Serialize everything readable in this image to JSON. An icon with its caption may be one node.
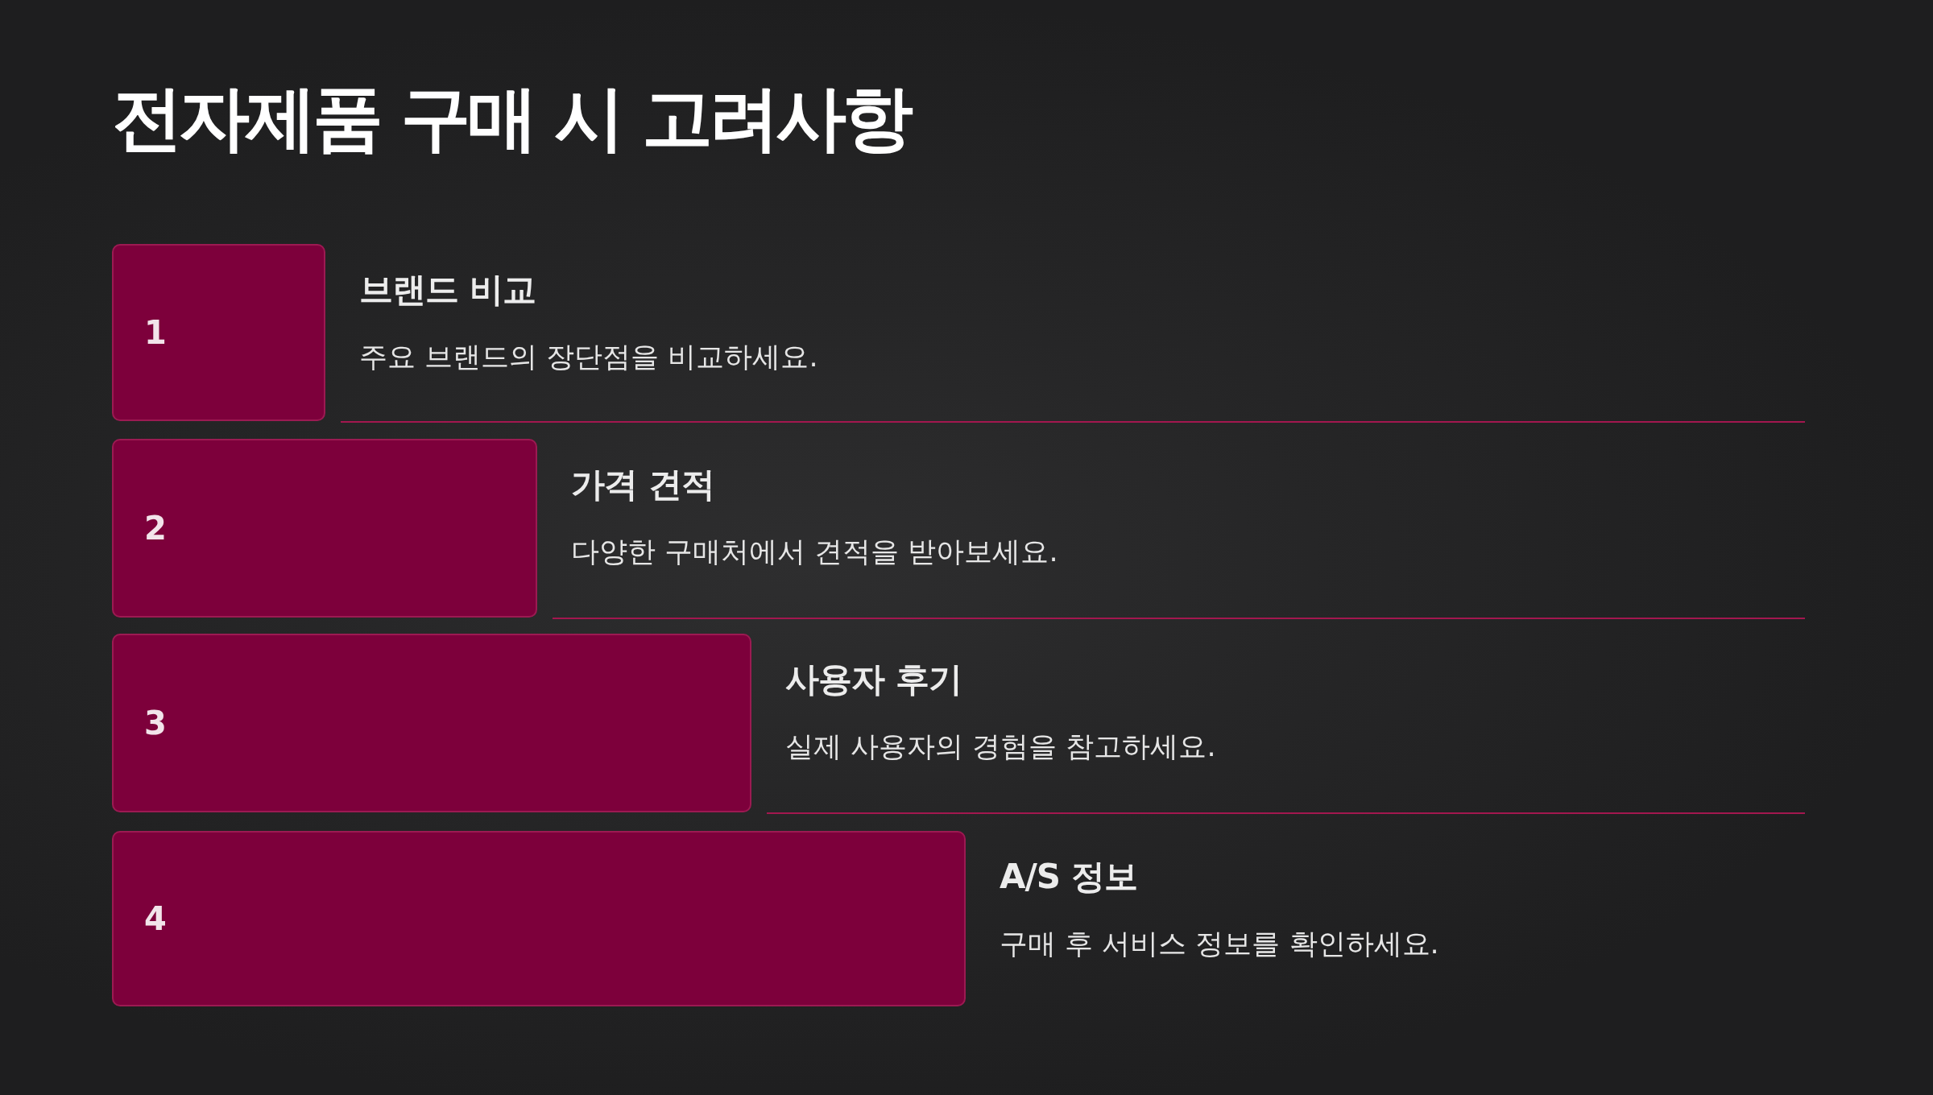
{
  "diagram": {
    "title": "전자제품 구매 시 고려사항",
    "nodes": [
      {
        "text": [
          "1"
        ],
        "beside": [
          "브랜드 비교",
          "주요 브랜드의 장단점을 비교하세요."
        ]
      },
      {
        "text": [
          "2"
        ],
        "beside": [
          "가격 견적",
          "다양한 구매처에서 견적을 받아보세요."
        ]
      },
      {
        "text": [
          "3"
        ],
        "beside": [
          "사용자 후기",
          "실제 사용자의 경험을 참고하세요."
        ]
      },
      {
        "text": [
          "4"
        ],
        "beside": [
          "A/S 정보",
          "구매 후 서비스 정보를 확인하세요."
        ]
      }
    ]
  }
}
